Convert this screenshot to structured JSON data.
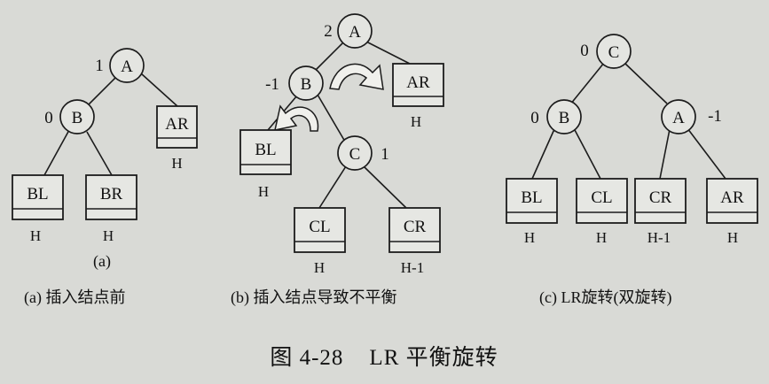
{
  "panels": [
    {
      "id": "a",
      "nodes": [
        {
          "key": "A",
          "label": "A",
          "balance": "1"
        },
        {
          "key": "B",
          "label": "B",
          "balance": "0"
        }
      ],
      "subtrees": [
        {
          "key": "AR",
          "label": "AR",
          "height": "H"
        },
        {
          "key": "BL",
          "label": "BL",
          "height": "H"
        },
        {
          "key": "BR",
          "label": "BR",
          "height": "H"
        }
      ],
      "sublabel": "(a)",
      "caption": "(a) 插入结点前"
    },
    {
      "id": "b",
      "nodes": [
        {
          "key": "A",
          "label": "A",
          "balance": "2"
        },
        {
          "key": "B",
          "label": "B",
          "balance": "-1"
        },
        {
          "key": "C",
          "label": "C",
          "balance": "1"
        }
      ],
      "subtrees": [
        {
          "key": "AR",
          "label": "AR",
          "height": "H"
        },
        {
          "key": "BL",
          "label": "BL",
          "height": "H"
        },
        {
          "key": "CL",
          "label": "CL",
          "height": "H"
        },
        {
          "key": "CR",
          "label": "CR",
          "height": "H-1"
        }
      ],
      "caption": "(b) 插入结点导致不平衡"
    },
    {
      "id": "c",
      "nodes": [
        {
          "key": "C",
          "label": "C",
          "balance": "0"
        },
        {
          "key": "B",
          "label": "B",
          "balance": "0"
        },
        {
          "key": "A",
          "label": "A",
          "balance": "-1"
        }
      ],
      "subtrees": [
        {
          "key": "BL",
          "label": "BL",
          "height": "H"
        },
        {
          "key": "CL",
          "label": "CL",
          "height": "H"
        },
        {
          "key": "CR",
          "label": "CR",
          "height": "H-1"
        },
        {
          "key": "AR",
          "label": "AR",
          "height": "H"
        }
      ],
      "caption": "(c) LR旋转(双旋转)"
    }
  ],
  "figure_title": "图 4-28    LR 平衡旋转"
}
